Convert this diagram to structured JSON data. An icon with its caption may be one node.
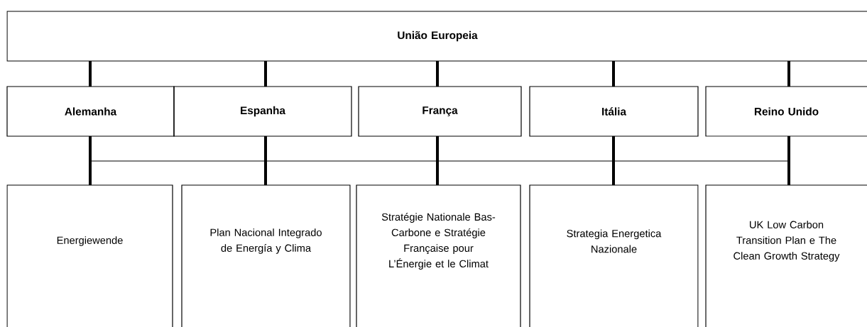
{
  "diagram": {
    "nodes": [
      {
        "text": [
          "União Europeia"
        ]
      },
      {
        "text": [
          "Alemanha"
        ]
      },
      {
        "text": [
          "Espanha"
        ]
      },
      {
        "text": [
          "França"
        ]
      },
      {
        "text": [
          "Itália"
        ]
      },
      {
        "text": [
          "Reino Unido"
        ]
      },
      {
        "text": [
          "Energiewende"
        ]
      },
      {
        "text": [
          "Plan Nacional Integrado de Energía y Clima"
        ]
      },
      {
        "text": [
          "Stratégie Nationale Bas-Carbone e Stratégie Française pour L’Énergie et le Climat"
        ]
      },
      {
        "text": [
          "Strategia Energetica Nazionale"
        ]
      },
      {
        "text": [
          "UK Low Carbon Transition Plan e The Clean Growth Strategy"
        ]
      }
    ],
    "edges": [
      {
        "from": 0,
        "to": 1,
        "arrow": "none"
      },
      {
        "from": 0,
        "to": 2,
        "arrow": "none"
      },
      {
        "from": 0,
        "to": 3,
        "arrow": "none"
      },
      {
        "from": 0,
        "to": 4,
        "arrow": "none"
      },
      {
        "from": 0,
        "to": 5,
        "arrow": "none"
      },
      {
        "from": 1,
        "to": 6,
        "arrow": "none"
      },
      {
        "from": 2,
        "to": 7,
        "arrow": "none"
      },
      {
        "from": 3,
        "to": 8,
        "arrow": "none"
      },
      {
        "from": 4,
        "to": 9,
        "arrow": "none"
      },
      {
        "from": 5,
        "to": 10,
        "arrow": "none"
      }
    ]
  }
}
